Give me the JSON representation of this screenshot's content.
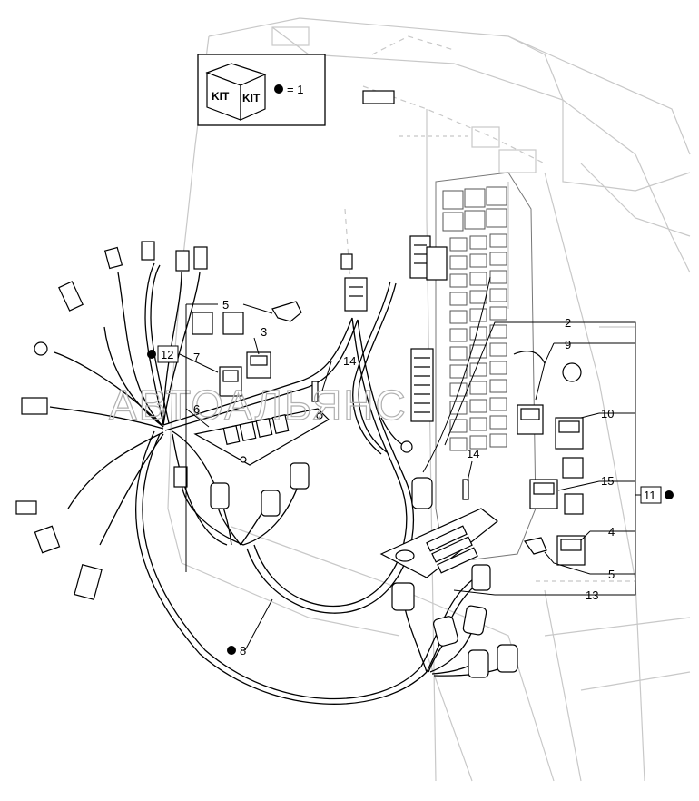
{
  "kit_box": {
    "label_left": "KIT",
    "label_right": "KIT",
    "legend": "= 1"
  },
  "watermark": "АВТОАЛЬЯНС",
  "callouts": {
    "c2": "2",
    "c3": "3",
    "c4": "4",
    "c5a": "5",
    "c5b": "5",
    "c6": "6",
    "c7": "7",
    "c8": "8",
    "c9": "9",
    "c10": "10",
    "c11": "11",
    "c12": "12",
    "c13": "13",
    "c14a": "14",
    "c14b": "14",
    "c15": "15"
  },
  "dim_lines": "#cfcfcf",
  "ink": "#000000"
}
